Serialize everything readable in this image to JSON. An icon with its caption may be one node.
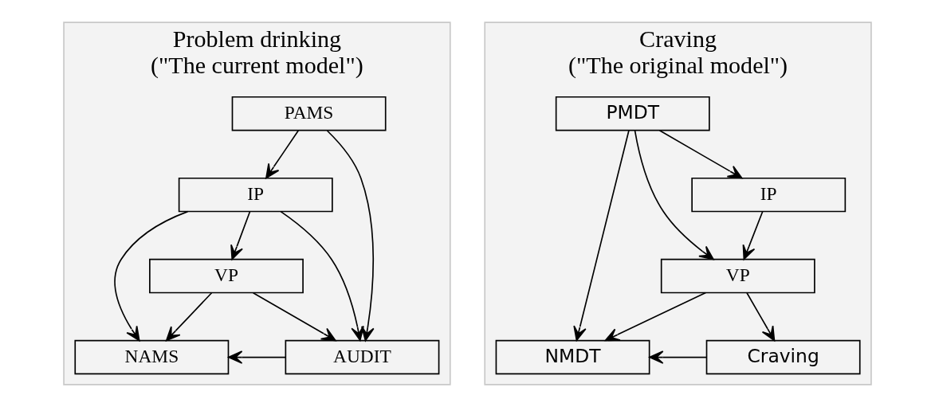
{
  "diagram": {
    "nodes": [
      {
        "text": [
          "Problem drinking",
          "(\"The current model\")"
        ]
      },
      {
        "text": [
          "PAMS"
        ],
        "in": 0
      },
      {
        "text": [
          "IP"
        ],
        "in": 0
      },
      {
        "text": [
          "VP"
        ],
        "in": 0
      },
      {
        "text": [
          "NAMS"
        ],
        "in": 0
      },
      {
        "text": [
          "AUDIT"
        ],
        "in": 0
      },
      {
        "text": [
          "Craving",
          "(\"The original model\")"
        ]
      },
      {
        "text": [
          "PMDT"
        ],
        "in": 6
      },
      {
        "text": [
          "IP"
        ],
        "in": 6
      },
      {
        "text": [
          "VP"
        ],
        "in": 6
      },
      {
        "text": [
          "NMDT"
        ],
        "in": 6
      },
      {
        "text": [
          "Craving"
        ],
        "in": 6
      }
    ],
    "edges": [
      {
        "from": 1,
        "to": 2,
        "arrow": "to"
      },
      {
        "from": 1,
        "to": 5,
        "arrow": "to"
      },
      {
        "from": 2,
        "to": 4,
        "arrow": "to"
      },
      {
        "from": 2,
        "to": 3,
        "arrow": "to"
      },
      {
        "from": 2,
        "to": 5,
        "arrow": "to"
      },
      {
        "from": 3,
        "to": 4,
        "arrow": "to"
      },
      {
        "from": 3,
        "to": 5,
        "arrow": "to"
      },
      {
        "from": 5,
        "to": 4,
        "arrow": "to"
      },
      {
        "from": 7,
        "to": 10,
        "arrow": "to"
      },
      {
        "from": 7,
        "to": 9,
        "arrow": "to"
      },
      {
        "from": 7,
        "to": 8,
        "arrow": "to"
      },
      {
        "from": 8,
        "to": 9,
        "arrow": "to"
      },
      {
        "from": 9,
        "to": 10,
        "arrow": "to"
      },
      {
        "from": 9,
        "to": 11,
        "arrow": "to"
      },
      {
        "from": 11,
        "to": 10,
        "arrow": "to"
      }
    ]
  }
}
